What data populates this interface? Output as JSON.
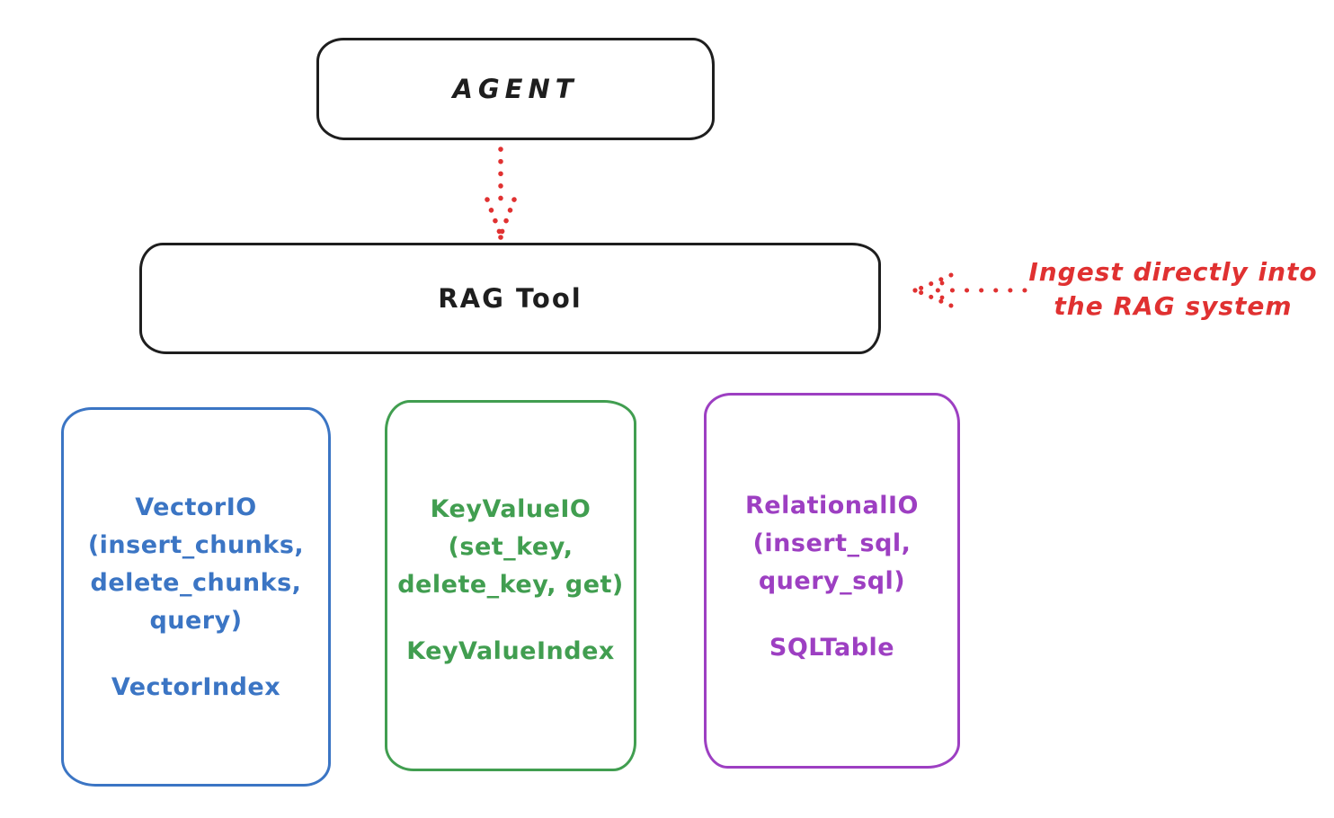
{
  "agent_box": {
    "label": "AGENT"
  },
  "rag_tool_box": {
    "label": "RAG Tool"
  },
  "annotation": {
    "line1": "Ingest directly into",
    "line2": "the RAG system"
  },
  "arrows": {
    "agent_to_rag": "dotted-red-arrow-down",
    "annotation_to_rag": "dotted-red-arrow-left"
  },
  "backend_boxes": [
    {
      "title": "VectorIO",
      "methods": [
        "(insert_chunks,",
        "delete_chunks,",
        "query)"
      ],
      "index": "VectorIndex",
      "color": "#3b75c4"
    },
    {
      "title": "KeyValueIO",
      "methods": [
        "(set_key,",
        "delete_key, get)"
      ],
      "index": "KeyValueIndex",
      "color": "#419e50"
    },
    {
      "title": "RelationalIO",
      "methods": [
        "(insert_sql,",
        "query_sql)"
      ],
      "index": "SQLTable",
      "color": "#9d3fc2"
    }
  ],
  "colors": {
    "stroke_black": "#1e1e1e",
    "red": "#e03131",
    "background": "#ffffff"
  }
}
